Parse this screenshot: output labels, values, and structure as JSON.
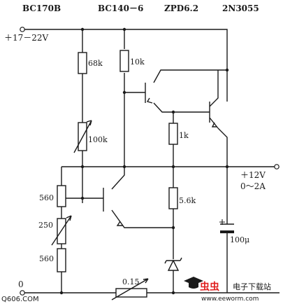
{
  "header": {
    "part1": "BC170B",
    "part2": "BC140－6",
    "part3": "ZPD6.2",
    "part4": "2N3055"
  },
  "labels": {
    "supply_in": "＋17－22V",
    "out_voltage": "＋12V",
    "out_current": "0～2A",
    "ground": "0",
    "r_68k": "68k",
    "r_10k": "10k",
    "pot_100k": "100k",
    "r_1k": "1k",
    "r_560_top": "560",
    "pot_250": "250",
    "r_5_6k": "5.6k",
    "r_560_bottom": "560",
    "pot_0_15": "0.15",
    "cap_100u": "100μ"
  },
  "watermark": {
    "left_text": "Q606.COM",
    "logo_chars": "虫虫",
    "site_name": "电子下载站",
    "site_url": "www.eeworm.com"
  },
  "colors": {
    "line": "#1a1a1a",
    "logo_red": "#e02020",
    "background": "#ffffff"
  },
  "icons": {
    "logo": "graduation-cap-icon"
  }
}
